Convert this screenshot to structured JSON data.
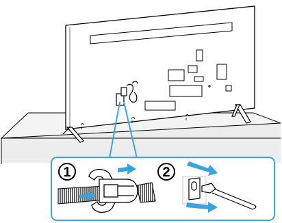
{
  "steps": [
    {
      "number": "1"
    },
    {
      "number": "2"
    }
  ],
  "colors": {
    "line": "#000000",
    "tv_panel": "#ffffff",
    "table_shade": "#e9e9e9",
    "callout_border": "#35a8df",
    "arrow": "#3aa3dd"
  },
  "icons": {
    "tv_body": "tv-rear-view",
    "table": "table-stand",
    "cable_clip": "cable-holder-clip",
    "cable_tie": "cable-tie-band",
    "wall_bracket": "mount-hole-bracket"
  }
}
